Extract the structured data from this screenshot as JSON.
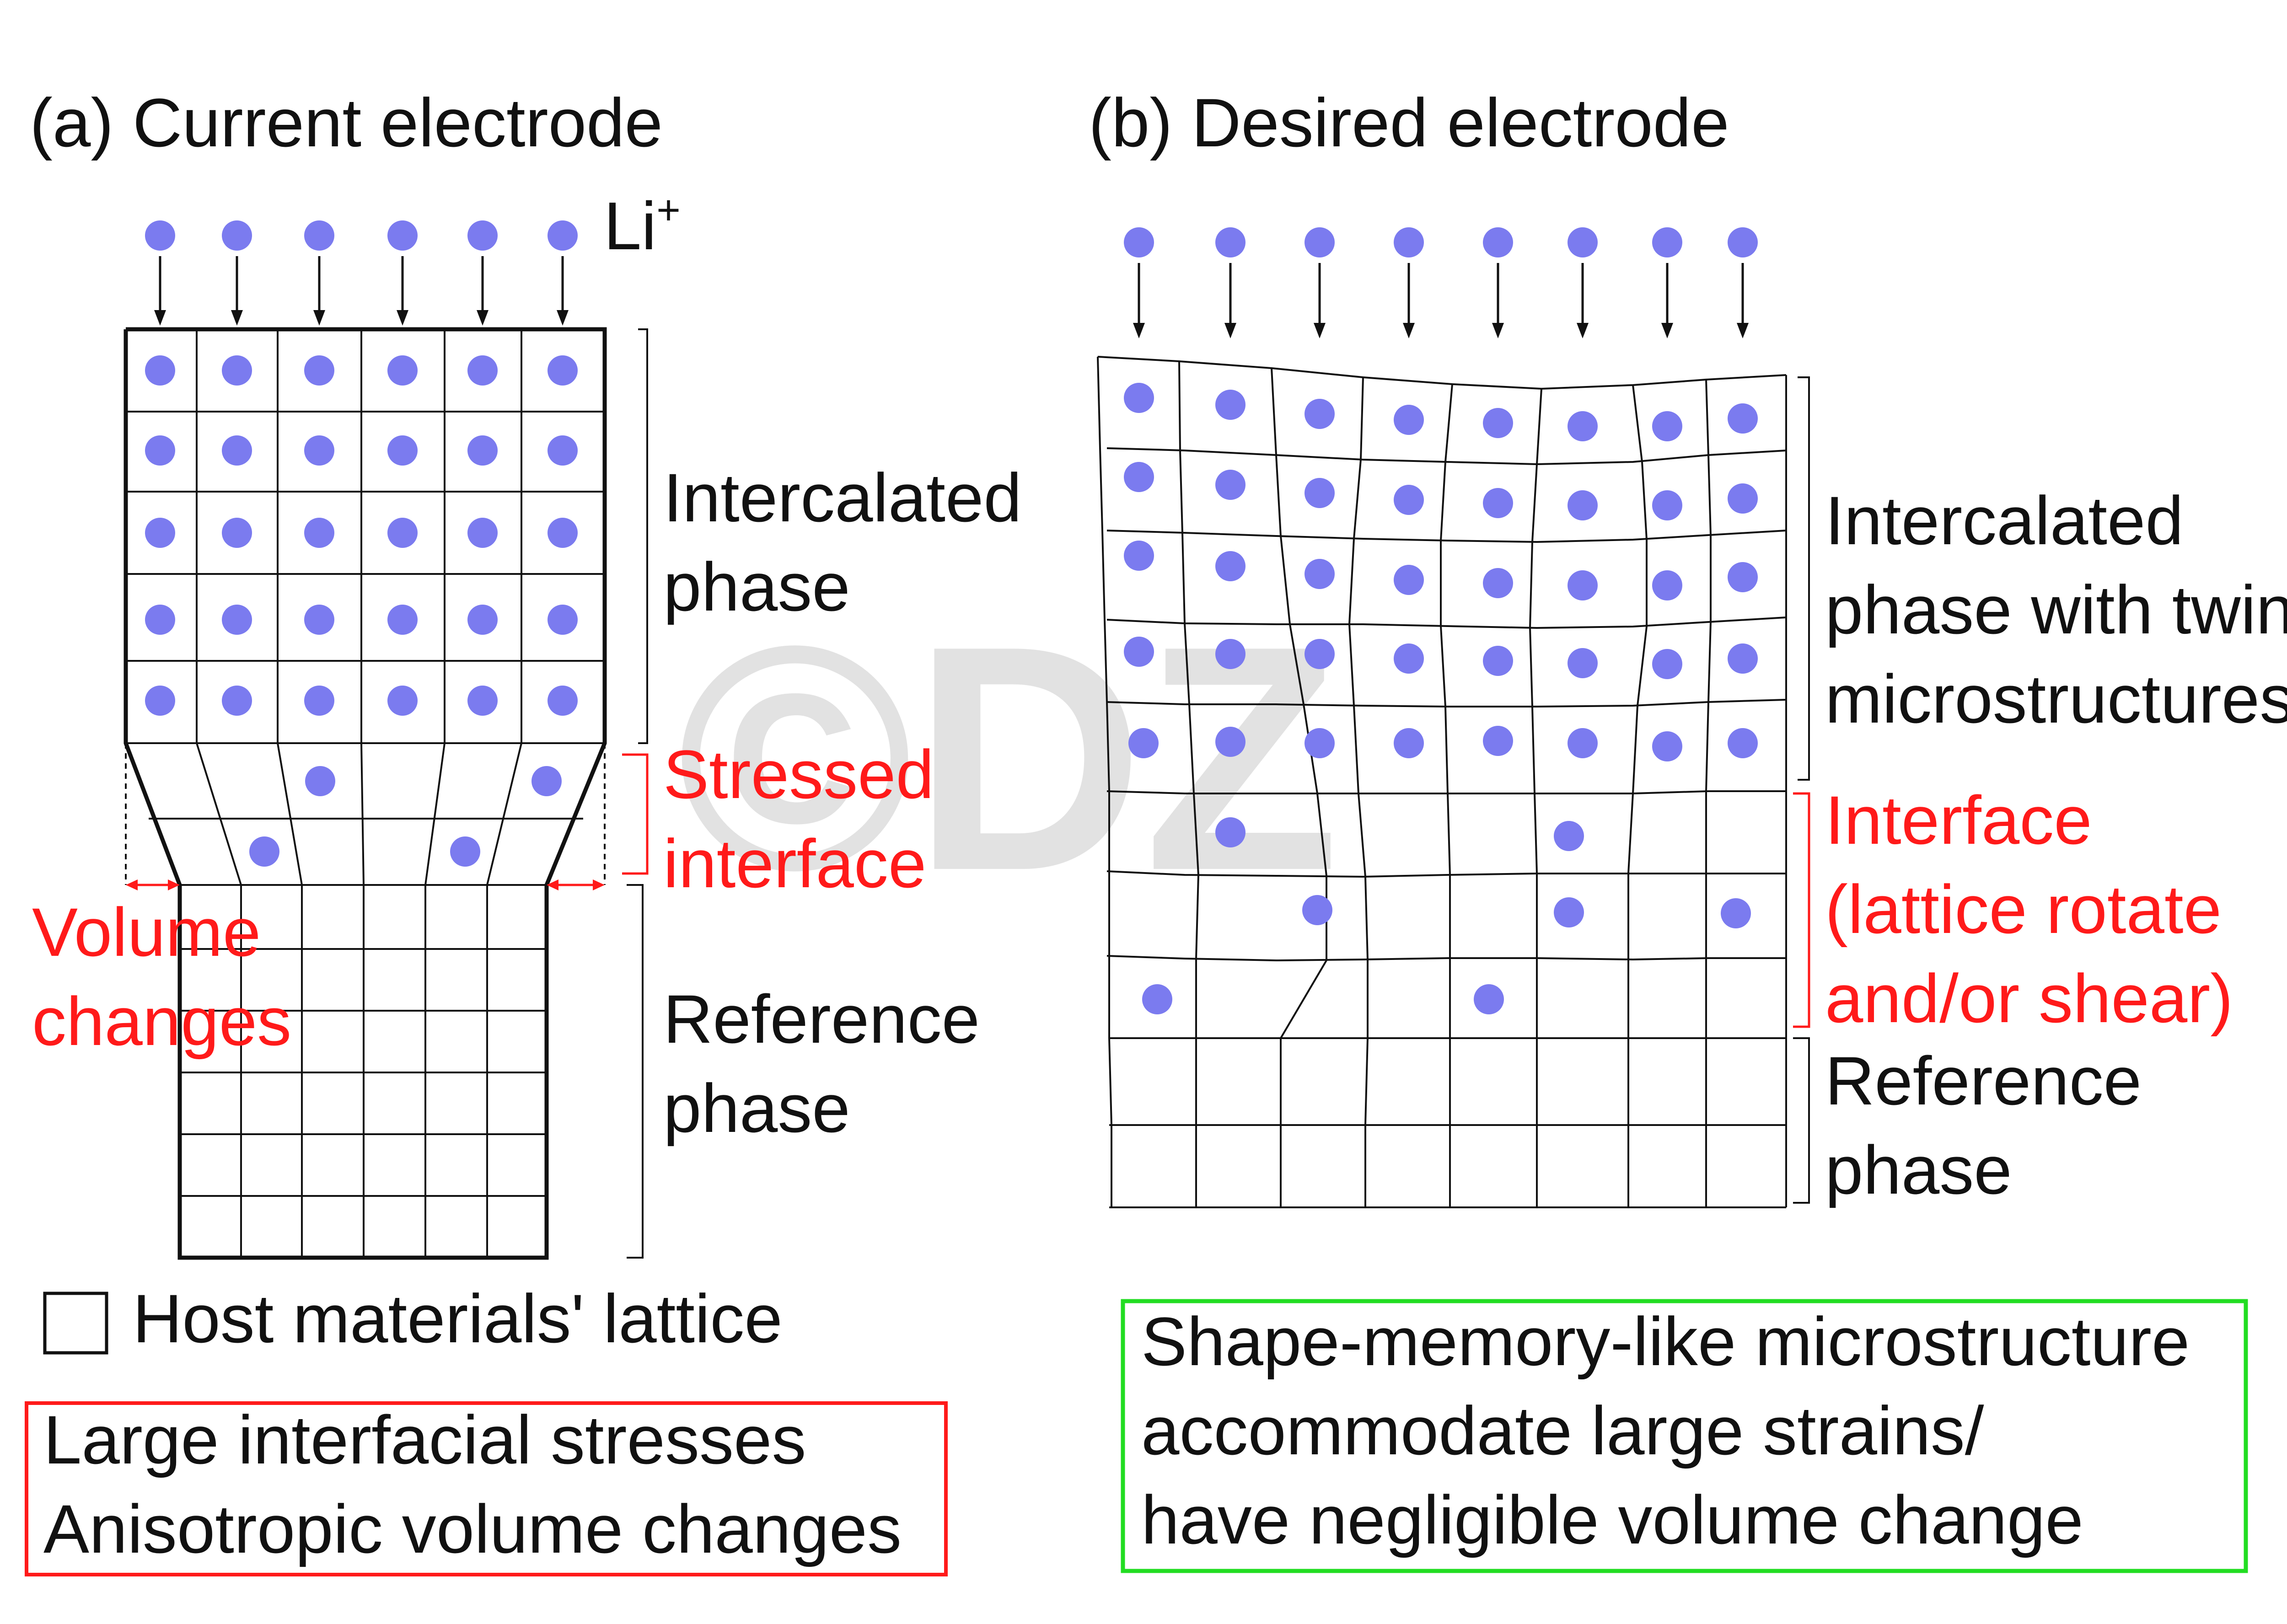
{
  "panel_a": {
    "title": "(a) Current electrode",
    "ion_label": "Li",
    "ion_sup": "+",
    "labels": {
      "intercalated_1": "Intercalated",
      "intercalated_2": "phase",
      "stressed_1": "Stressed",
      "stressed_2": "interface",
      "reference_1": "Reference",
      "reference_2": "phase",
      "volume_1": "Volume",
      "volume_2": "changes"
    },
    "legend_label": "Host materials' lattice",
    "box_lines": [
      "Large interfacial stresses",
      "Anisotropic volume changes"
    ]
  },
  "panel_b": {
    "title": "(b) Desired electrode",
    "labels": {
      "intercalated_1": "Intercalated",
      "intercalated_2": "phase with twined",
      "intercalated_3": "microstructures",
      "interface_1": "Interface",
      "interface_2": "(lattice rotate",
      "interface_3": "and/or shear)",
      "reference_1": "Reference",
      "reference_2": "phase"
    },
    "box_lines": [
      "Shape-memory-like microstructure",
      "accommodate large strains/",
      "have negligible volume change"
    ]
  },
  "watermark": "©DZ",
  "colors": {
    "ion": "#7b7bef",
    "emphasis_red": "#ff1a1a",
    "success_green": "#22dd22",
    "watermark": "#dddddd"
  }
}
